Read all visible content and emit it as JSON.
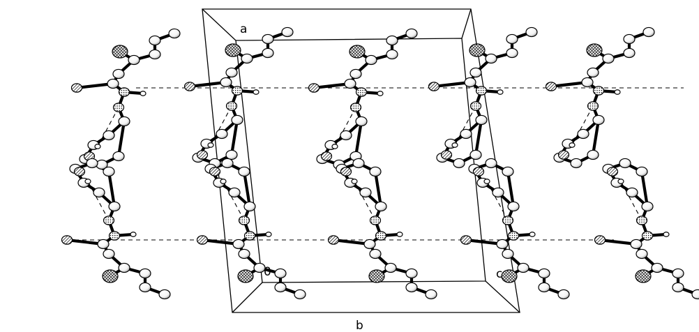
{
  "figure": {
    "type": "crystal packing diagram",
    "axis_labels": {
      "a": "a",
      "b": "b",
      "c": "c",
      "origin": "0"
    },
    "atom_types": [
      {
        "name": "carbon",
        "style": "open sphere"
      },
      {
        "name": "nitrogen",
        "style": "dotted sphere"
      },
      {
        "name": "oxygen",
        "style": "hatched sphere"
      },
      {
        "name": "heavy-atom",
        "style": "cross-hatched sphere"
      },
      {
        "name": "hydrogen",
        "style": "small open sphere"
      }
    ],
    "hydrogen_bonds": "dashed lines",
    "colors": {
      "ink": "#000000",
      "background": "#ffffff"
    }
  }
}
